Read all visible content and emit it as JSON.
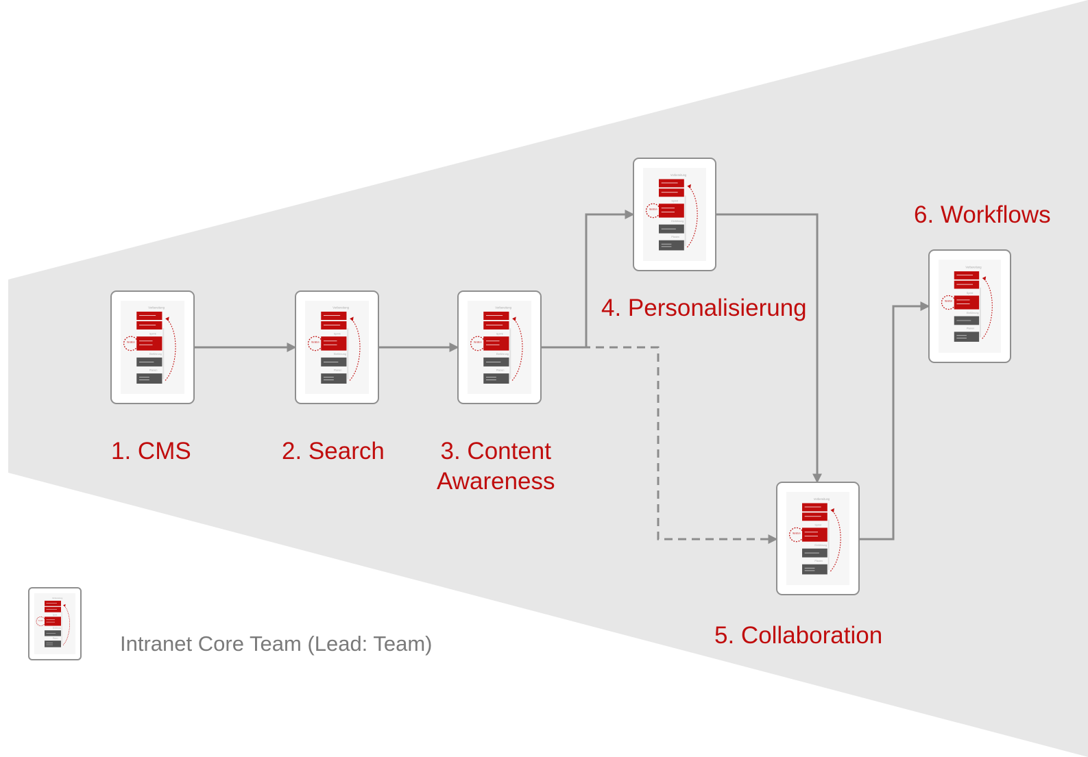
{
  "colors": {
    "accent": "#c00d0d",
    "funnel": "#e7e7e7",
    "connector": "#8c8c8c",
    "card_border": "#8f8f8f",
    "legend_text": "#7a7a7a"
  },
  "stages": [
    {
      "id": "s1",
      "lines": [
        "1. CMS"
      ]
    },
    {
      "id": "s2",
      "lines": [
        "2. Search"
      ]
    },
    {
      "id": "s3",
      "lines": [
        "3. Content",
        "Awareness"
      ]
    },
    {
      "id": "s4",
      "lines": [
        "4. Personalisierung"
      ]
    },
    {
      "id": "s5",
      "lines": [
        "5. Collaboration"
      ]
    },
    {
      "id": "s6",
      "lines": [
        "6. Workflows"
      ]
    }
  ],
  "connections": [
    {
      "from": "s1",
      "to": "s2",
      "style": "solid"
    },
    {
      "from": "s2",
      "to": "s3",
      "style": "solid"
    },
    {
      "from": "s3",
      "to": "s4",
      "style": "solid"
    },
    {
      "from": "s3",
      "to": "s5",
      "style": "dashed"
    },
    {
      "from": "s4",
      "to": "s5",
      "style": "solid"
    },
    {
      "from": "s5",
      "to": "s6",
      "style": "solid"
    }
  ],
  "legend": {
    "text": "Intranet Core Team (Lead: Team)"
  }
}
